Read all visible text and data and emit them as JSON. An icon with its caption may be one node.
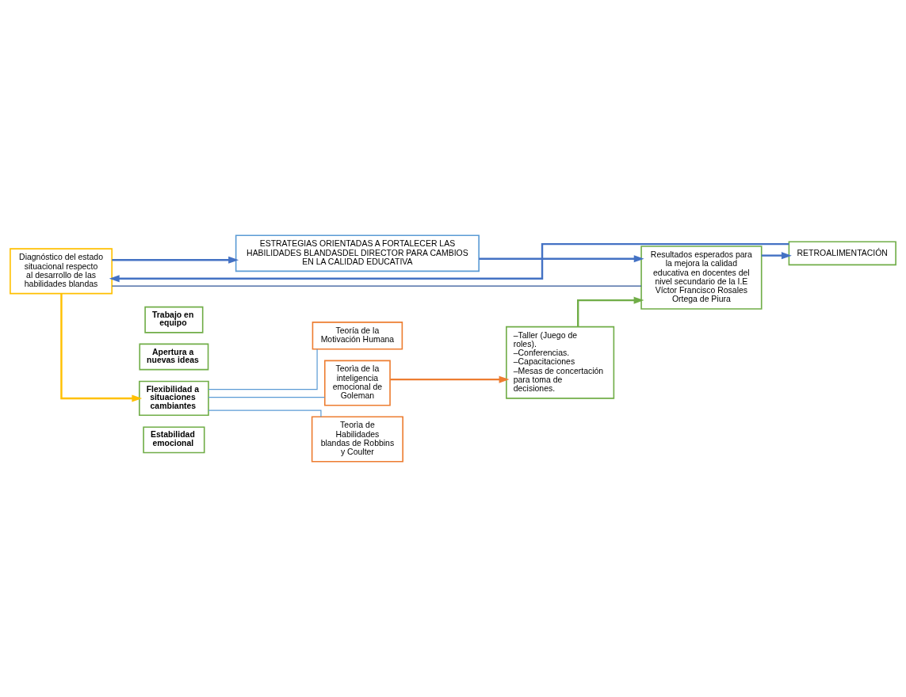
{
  "diagram": {
    "nodes": [
      {
        "text": [
          "Diagnóstico del estado situacional respecto al desarrollo de las habilidades blandas"
        ]
      },
      {
        "text": [
          "ESTRATEGIAS ORIENTADAS A FORTALECER LAS HABILIDADES BLANDASDEL DIRECTOR PARA CAMBIOS EN LA CALIDAD EDUCATIVA"
        ]
      },
      {
        "text": [
          "Resultados esperados para la mejora la calidad educativa en docentes del nivel secundario de la I.E Víctor Francisco Rosales Ortega de Piura"
        ]
      },
      {
        "text": [
          "Trabajo en equipo"
        ]
      },
      {
        "text": [
          "Apertura a nuevas ideas"
        ]
      },
      {
        "text": [
          "Flexibilidad a situaciones cambiantes"
        ]
      },
      {
        "text": [
          "Estabilidad emocional"
        ]
      },
      {
        "text": [
          "Teoría de la Motivación Humana"
        ]
      },
      {
        "text": [
          "Teorìa de la inteligencia emocional de Goleman"
        ]
      },
      {
        "text": [
          "Teorìa de Habilidades blandas de Robbins y Coulter"
        ]
      },
      {
        "text": [
          "–Taller (Juego de roles).",
          "–Conferencias.",
          "–Capacitaciones",
          "–Mesas de concertación para toma de decisiones."
        ]
      },
      {
        "text": [
          "RETROALIMENTACIÓN"
        ]
      }
    ],
    "edges": [
      {
        "from": 0,
        "to": 1,
        "arrow": "to"
      },
      {
        "from": 1,
        "to": 2,
        "arrow": "to"
      },
      {
        "from": 2,
        "to": 11,
        "arrow": "to"
      },
      {
        "from": 11,
        "to": 0,
        "arrow": "to"
      },
      {
        "from": 0,
        "to": 2,
        "arrow": "none",
        "color": "#2f5597"
      },
      {
        "from": 0,
        "to": 5,
        "arrow": "to",
        "color": "#ffc000"
      },
      {
        "from": 5,
        "to": 7,
        "arrow": "none",
        "color": "#5b9bd5"
      },
      {
        "from": 5,
        "to": 8,
        "arrow": "none",
        "color": "#5b9bd5"
      },
      {
        "from": 5,
        "to": 9,
        "arrow": "none",
        "color": "#5b9bd5"
      },
      {
        "from": 8,
        "to": 10,
        "arrow": "to",
        "color": "#ed7d31"
      },
      {
        "from": 10,
        "to": 2,
        "arrow": "to",
        "color": "#70ad47"
      }
    ]
  }
}
